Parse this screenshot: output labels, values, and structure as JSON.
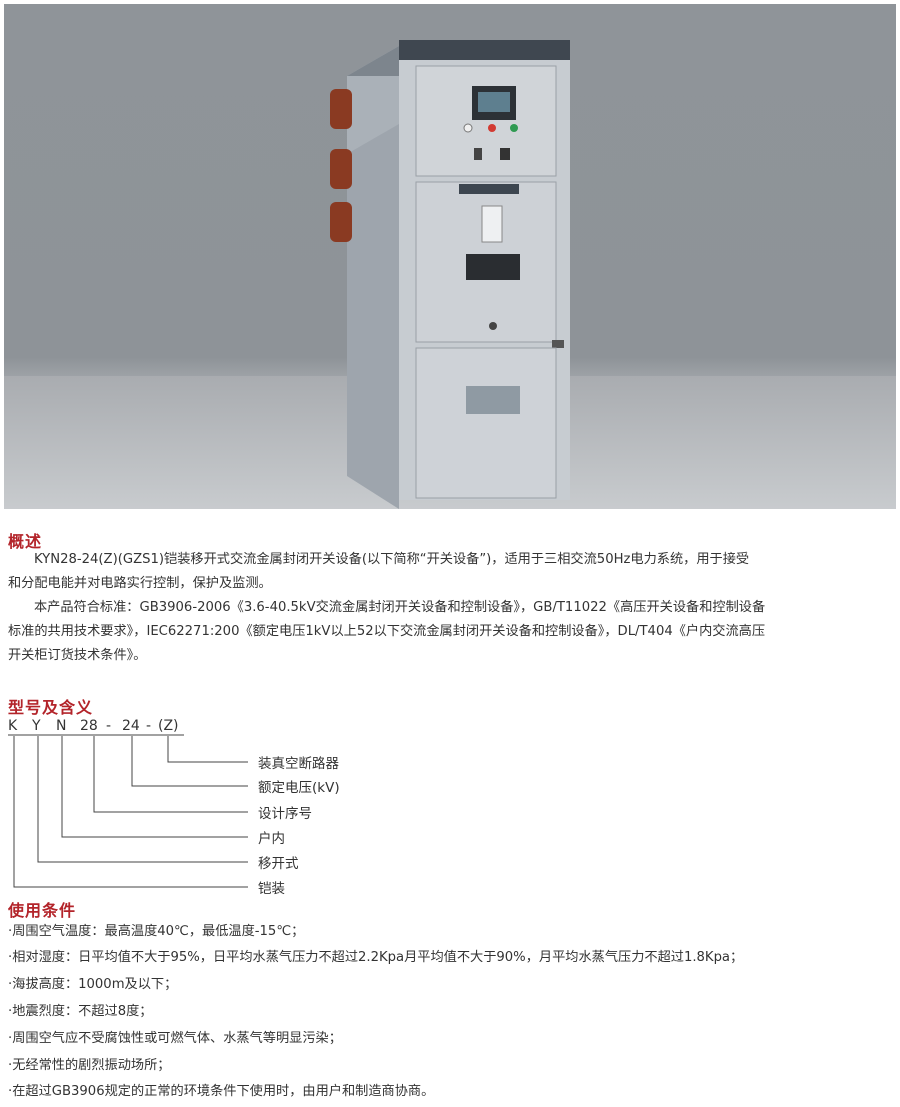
{
  "product": {
    "photo_label": "KYN28-24 switchgear cabinet"
  },
  "overview": {
    "heading": "概述",
    "paragraphs": [
      [
        "KYN28-24(Z)(GZS1)铠装移开式交流金属封闭开关设备(以下简称“开关设备”)，适用于三相交流50Hz电力系统，用于接受",
        "和分配电能并对电路实行控制，保护及监测。"
      ],
      [
        "本产品符合标准：GB3906-2006《3.6-40.5kV交流金属封闭开关设备和控制设备》，GB/T11022《高压开关设备和控制设备",
        "标准的共用技术要求》，IEC62271:200《额定电压1kV以上52以下交流金属封闭开关设备和控制设备》，DL/T404《户内交流高压",
        "开关柜订货技术条件》。"
      ]
    ]
  },
  "model": {
    "heading": "型号及含义",
    "code_parts": [
      "K",
      "Y",
      "N",
      "28",
      "-",
      "24",
      "-",
      "(Z)"
    ],
    "meanings": [
      "装真空断路器",
      "额定电压(kV)",
      "设计序号",
      "户内",
      "移开式",
      "铠装"
    ]
  },
  "conditions": {
    "heading": "使用条件",
    "items": [
      "·周围空气温度：最高温度40℃，最低温度-15℃；",
      "·相对湿度：日平均值不大于95%，日平均水蒸气压力不超过2.2Kpa月平均值不大于90%，月平均水蒸气压力不超过1.8Kpa；",
      "·海拔高度：1000m及以下；",
      "·地震烈度：不超过8度；",
      "·周围空气应不受腐蚀性或可燃气体、水蒸气等明显污染；",
      "·无经常性的剧烈振动场所；",
      "·在超过GB3906规定的正常的环境条件下使用时，由用户和制造商协商。"
    ]
  },
  "colors": {
    "heading": "#b3242a",
    "background_top": "#8f9499"
  }
}
